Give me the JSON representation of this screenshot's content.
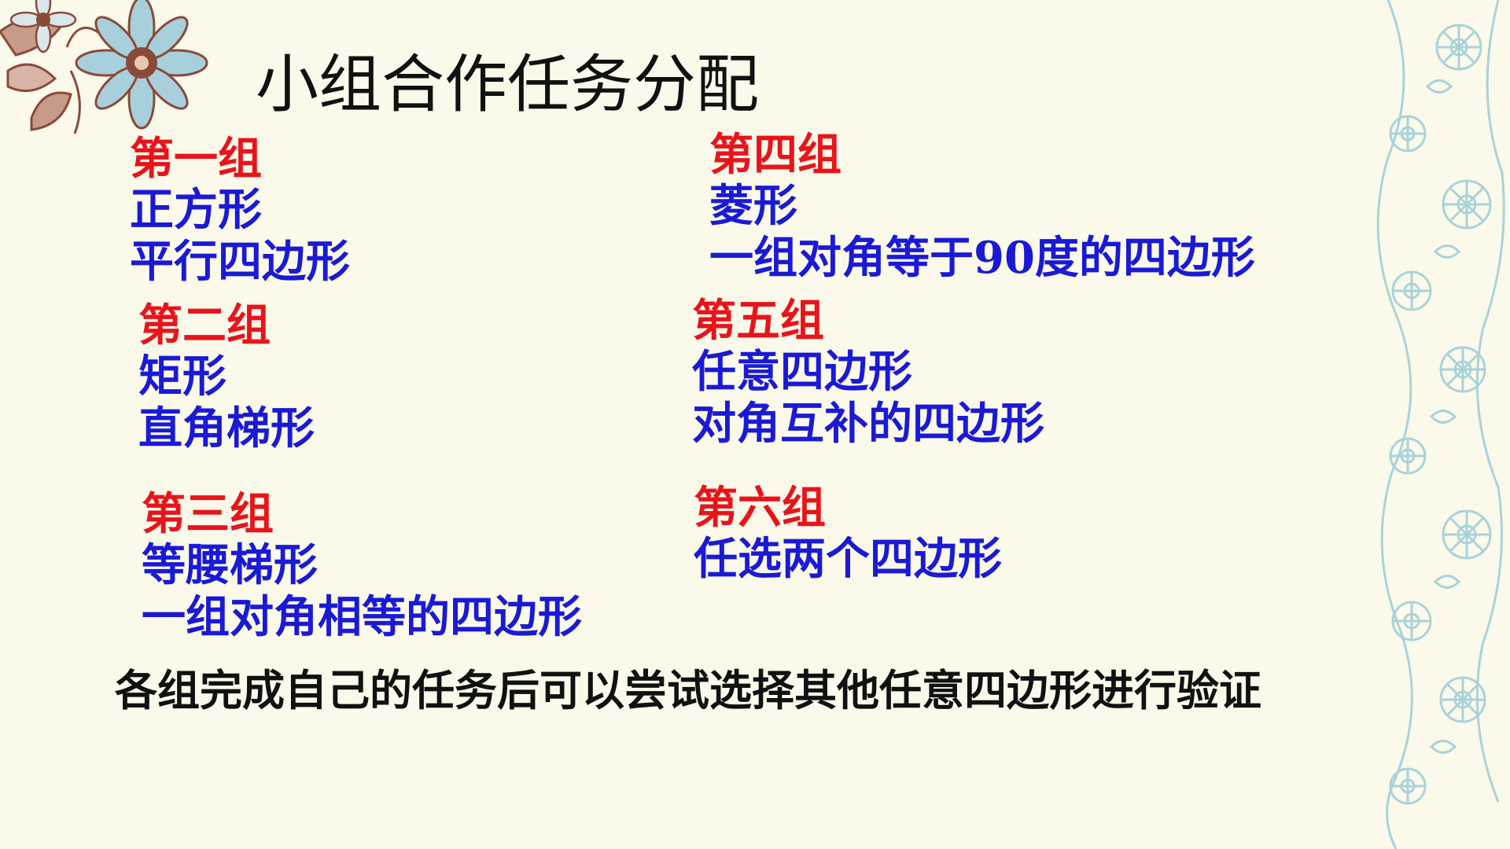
{
  "slide": {
    "title": "小组合作任务分配",
    "groups": [
      {
        "name": "第一组",
        "shapes": [
          "正方形",
          "平行四边形"
        ]
      },
      {
        "name": "第二组",
        "shapes": [
          "矩形",
          "直角梯形"
        ]
      },
      {
        "name": "第三组",
        "shapes": [
          "等腰梯形",
          "一组对角相等的四边形"
        ]
      },
      {
        "name": "第四组",
        "shapes": [
          "菱形",
          "一组对角等于90度的四边形"
        ]
      },
      {
        "name": "第五组",
        "shapes": [
          "任意四边形",
          "对角互补的四边形"
        ]
      },
      {
        "name": "第六组",
        "shapes": [
          "任选两个四边形"
        ]
      }
    ],
    "footer": "各组完成自己的任务后可以尝试选择其他任意四边形进行验证"
  },
  "colors": {
    "background": "#fbf9ea",
    "group_name": "#e8141b",
    "shape_text": "#1a1ad6",
    "title_text": "#111111",
    "corner_flower_brown": "#8a4a3a",
    "corner_flower_blue": "#9ac8d8",
    "side_border_blue": "#a9d3da"
  },
  "icons": {
    "corner": "flower-corner-decoration-icon",
    "side": "floral-border-decoration-icon"
  }
}
